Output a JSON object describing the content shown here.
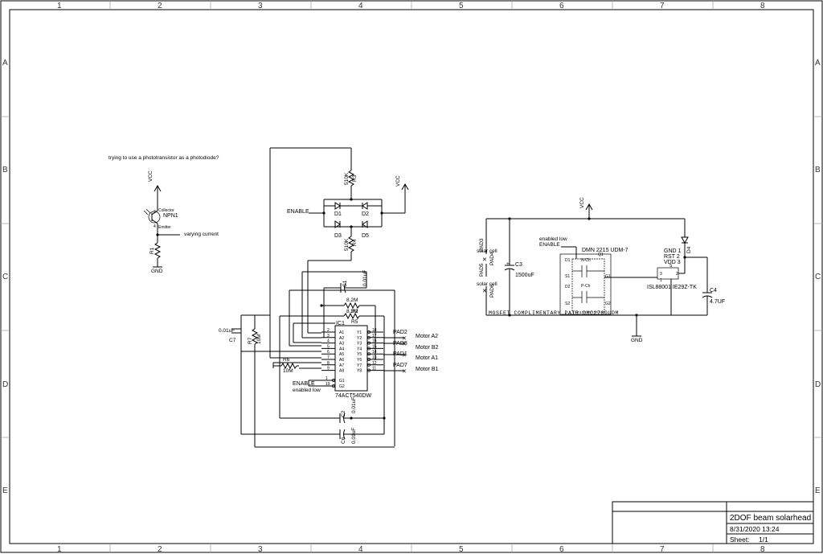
{
  "grid": {
    "columns": [
      "1",
      "2",
      "3",
      "4",
      "5",
      "6",
      "7",
      "8"
    ],
    "rows": [
      "A",
      "B",
      "C",
      "D",
      "E"
    ]
  },
  "notes": {
    "phototransistor": "trying to use a phototransistor as a photodiode?",
    "varying_current": "varying current",
    "mosfet_pair": "MOSFET COMPLIMENTARY PAIR-DMC2700UDM"
  },
  "power": {
    "vcc": "VCC",
    "gnd": "GND"
  },
  "components": {
    "npn1": {
      "name": "NPN1",
      "collector": "Collector",
      "emitter": "Emitter",
      "pin_c": "3",
      "pin_e": "4"
    },
    "r1": {
      "name": "R1"
    },
    "r2": {
      "name": "R2",
      "value": "8.2M"
    },
    "r3": {
      "name": "R3",
      "value": "510K"
    },
    "r4": {
      "name": "R4",
      "value": "510K"
    },
    "r5": {
      "name": "R5",
      "value": "8.2M"
    },
    "r6": {
      "name": "R6",
      "value": "10M"
    },
    "r7": {
      "name": "R7",
      "value": "10M"
    },
    "c1": {
      "name": "C1",
      "value": "0.01uF"
    },
    "c2": {
      "name": "C2",
      "value": "0.01uF"
    },
    "c3": {
      "name": "C3",
      "value": "1500uF",
      "plus": "+"
    },
    "c4": {
      "name": "C4",
      "value": "4.7UF"
    },
    "c6": {
      "name": "C6",
      "value": "0.01uF"
    },
    "c7": {
      "name": "C7",
      "value": "0.01uF"
    },
    "d1": "D1",
    "d2": "D2",
    "d3": "D3",
    "d4": "D4",
    "d5": "D5",
    "enable": "ENABLE",
    "enabled_low": "enabled low",
    "ic1": {
      "name": "IC1",
      "part": "74ACT540DW",
      "left_pins": [
        "2",
        "3",
        "4",
        "5",
        "6",
        "7",
        "8",
        "9"
      ],
      "left_labels": [
        "A1",
        "A2",
        "A3",
        "A4",
        "A5",
        "A6",
        "A7",
        "A8"
      ],
      "right_labels": [
        "Y1",
        "Y2",
        "Y3",
        "Y4",
        "Y5",
        "Y6",
        "Y7",
        "Y8"
      ],
      "right_pins": [
        "18",
        "17",
        "16",
        "15",
        "14",
        "13",
        "12",
        "11"
      ],
      "g_pins": [
        "1",
        "19"
      ],
      "g_labels": [
        "G1",
        "G2"
      ]
    },
    "pads": {
      "pad2": "PAD2",
      "pad8": "PAD8",
      "pad1": "PAD1",
      "pad7": "PAD7",
      "pad3": "PAD3",
      "pad4": "PAD4",
      "pad5": "PAD5",
      "pad6": "PAD6"
    },
    "motors": [
      "Motor A2",
      "Motor B2",
      "Motor A1",
      "Motor B1"
    ],
    "solar_cell": "solar cell",
    "q1": {
      "name": "DMN 2215 UDM-7",
      "ref": "Q1",
      "n_ch": "N-Ch",
      "p_ch": "P-Ch",
      "pins": [
        "D1",
        "S1",
        "D2",
        "S2",
        "G1",
        "G2"
      ]
    },
    "isl": {
      "name": "ISL88001 IE29Z-TK",
      "gnd": "GND 1",
      "rst": "RST 2",
      "vdd": "VDD 3",
      "pin_s": "S",
      "pin_3": "3",
      "pin_2": "2",
      "pin_1": "1"
    }
  },
  "title_block": {
    "title": "2DOF beam solarhead",
    "date": "8/31/2020 13:24",
    "sheet_label": "Sheet:",
    "sheet_value": "1/1"
  }
}
